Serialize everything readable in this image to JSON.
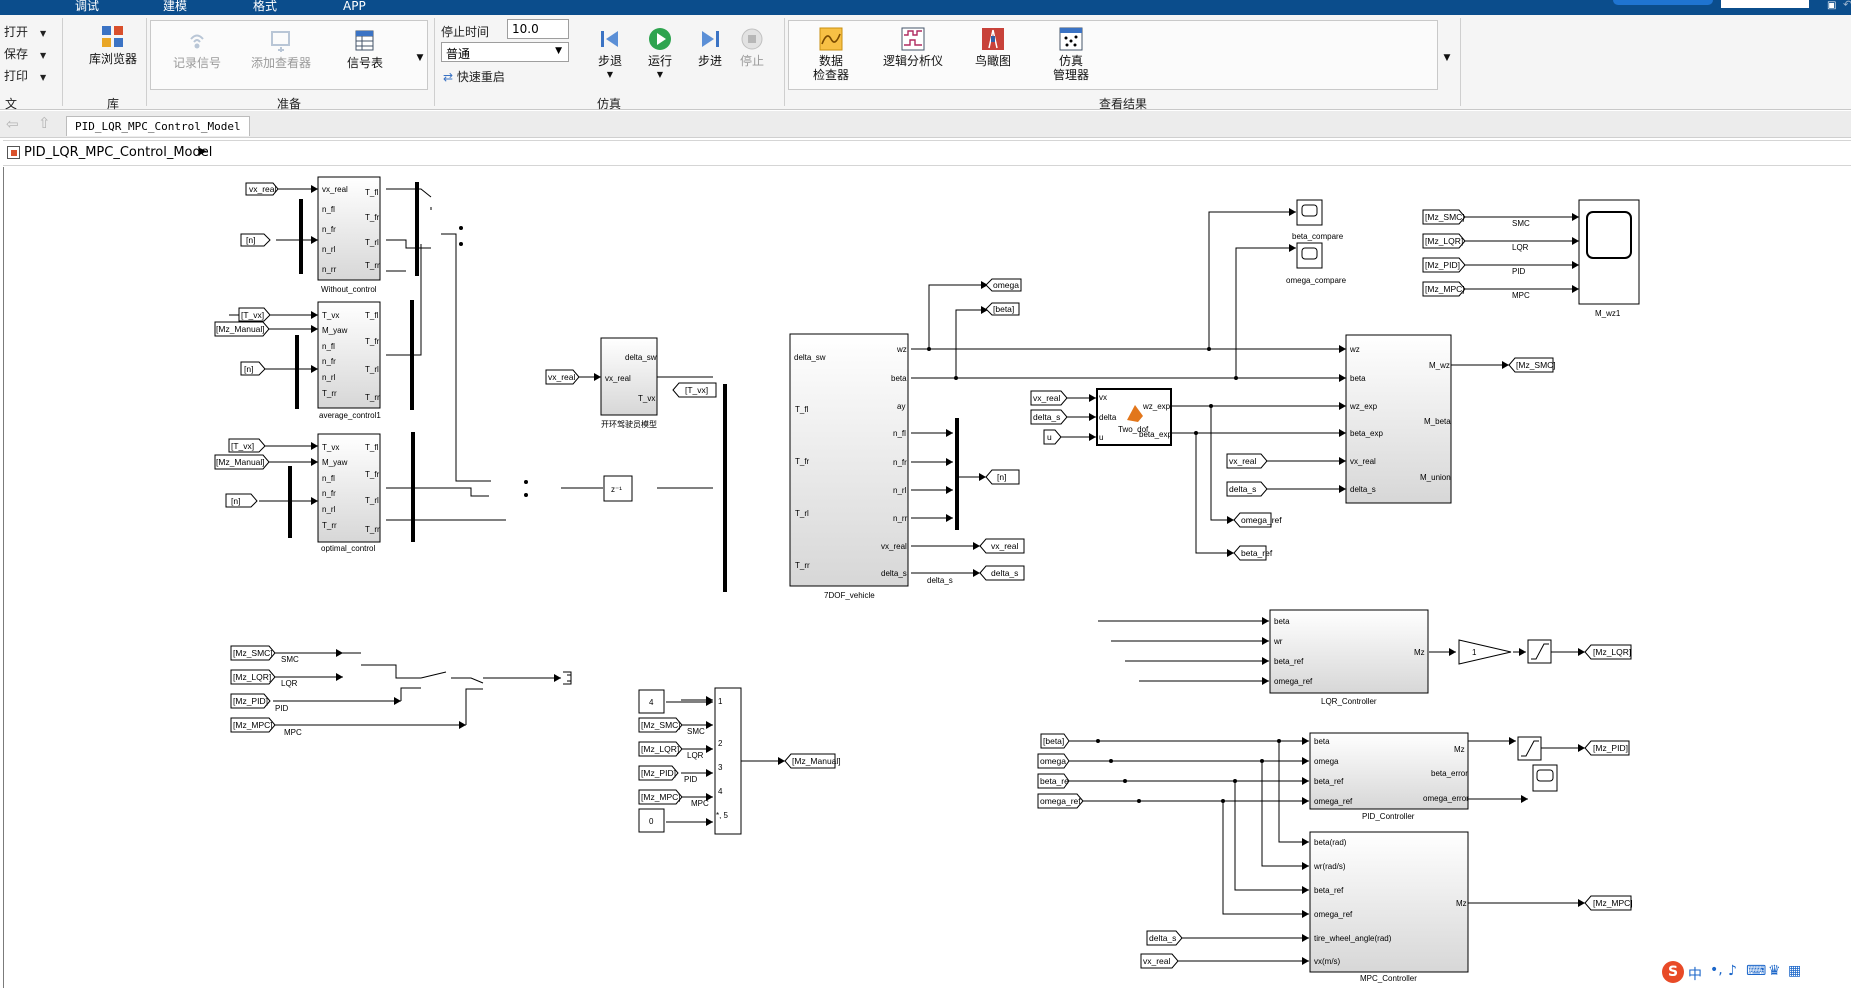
{
  "menu_tabs": [
    "调试",
    "建模",
    "格式",
    "APP"
  ],
  "file_group": {
    "items": [
      "打开",
      "保存",
      "打印"
    ],
    "label": "文件"
  },
  "library_group": {
    "button": "库浏览器",
    "label": "库"
  },
  "prepare_group": {
    "record_signal": "记录信号",
    "add_viewer": "添加查看器",
    "signal_table": "信号表",
    "label": "准备"
  },
  "sim_group": {
    "stop_time_label": "停止时间",
    "stop_time_value": "10.0",
    "mode_value": "普通",
    "fast_restart": "快速重启",
    "step_back": "步退",
    "run": "运行",
    "step_forward": "步进",
    "stop": "停止",
    "label": "仿真"
  },
  "results_group": {
    "data_inspector": [
      "数据",
      "检查器"
    ],
    "logic_analyzer": "逻辑分析仪",
    "birds_eye": "鸟瞰图",
    "sim_manager": [
      "仿真",
      "管理器"
    ],
    "label": "查看结果"
  },
  "model_tab": "PID_LQR_MPC_Control_Model",
  "breadcrumb": "PID_LQR_MPC_Control_Model",
  "colors": {
    "topbar": "#0b4d8c",
    "ribbon": "#f5f5f5",
    "signal": "#000000"
  },
  "diagram": {
    "subsystems": {
      "without_control": {
        "name": "Without_control",
        "inputs": [
          "vx_real",
          "n_fl",
          "n_fr",
          "n_rl",
          "n_rr"
        ],
        "outputs": [
          "T_fl",
          "T_fr",
          "T_rl",
          "T_rr"
        ]
      },
      "average_control": {
        "name": "average_control1",
        "inputs": [
          "T_vx",
          "M_yaw",
          "n_fl",
          "n_fr",
          "n_rl",
          "n_rr"
        ],
        "outputs": [
          "T_fl",
          "T_fr",
          "T_rl",
          "T_rr"
        ]
      },
      "optimal_control": {
        "name": "optimal_control",
        "inputs": [
          "T_vx",
          "M_yaw",
          "n_fl",
          "n_fr",
          "n_rl",
          "n_rr"
        ],
        "outputs": [
          "T_fl",
          "T_fr",
          "T_rl",
          "T_rr"
        ]
      },
      "driver": {
        "name": "开环驾驶员模型",
        "inputs": [
          "vx_real"
        ],
        "outputs": [
          "delta_sw",
          "T_vx"
        ]
      },
      "vehicle": {
        "name": "7DOF_vehicle",
        "inputs": [
          "delta_sw",
          "T_fl",
          "T_fr",
          "T_rl",
          "T_rr"
        ],
        "outputs": [
          "wz",
          "beta",
          "ay",
          "n_fl",
          "n_fr",
          "n_rl",
          "n_rr",
          "vx_real",
          "delta_s"
        ]
      },
      "two_dof": {
        "name": "Two_dof",
        "inputs": [
          "vx",
          "delta",
          "u"
        ],
        "outputs": [
          "wz_exp",
          "beta_exp"
        ]
      },
      "smc": {
        "inputs": [
          "wz",
          "beta",
          "wz_exp",
          "beta_exp",
          "vx_real",
          "delta_s"
        ],
        "outputs": [
          "M_wz",
          "M_beta",
          "M_union"
        ]
      },
      "lqr": {
        "name": "LQR_Controller",
        "inputs": [
          "beta",
          "wr",
          "beta_ref",
          "omega_ref"
        ],
        "outputs": [
          "Mz"
        ]
      },
      "pid": {
        "name": "PID_Controller",
        "inputs": [
          "beta",
          "omega",
          "beta_ref",
          "omega_ref"
        ],
        "outputs": [
          "Mz",
          "beta_error",
          "omega_error"
        ]
      },
      "mpc": {
        "name": "MPC_Controller",
        "inputs": [
          "beta(rad)",
          "wr(rad/s)",
          "beta_ref",
          "omega_ref",
          "tire_wheel_angle(rad)",
          "vx(m/s)"
        ],
        "outputs": [
          "Mz"
        ]
      }
    },
    "tags": {
      "vx_real_1": "vx_real",
      "n_1": "[n]",
      "T_vx_1": "[T_vx]",
      "Mz_Manual_1": "[Mz_Manual]",
      "n_2": "[n]",
      "T_vx_2": "[T_vx]",
      "Mz_Manual_2": "[Mz_Manual]",
      "n_3": "[n]",
      "vx_real_2": "vx_real",
      "T_vx_out": "[T_vx]",
      "omega_out": "omega",
      "beta_out": "[beta]",
      "n_out": "[n]",
      "vx_real_out": "vx_real",
      "delta_s_out": "delta_s",
      "vx_real_3": "vx_real",
      "delta_s_1": "delta_s",
      "u_in": "u",
      "vx_real_4": "vx_real",
      "delta_s_2": "delta_s",
      "omega_ref_out": "omega_ref",
      "beta_ref_out": "beta_ref",
      "Mz_SMC_out": "[Mz_SMC]",
      "scope_smc": "[Mz_SMC]",
      "scope_lqr": "[Mz_LQR]",
      "scope_pid": "[Mz_PID]",
      "scope_mpc": "[Mz_MPC]",
      "sw_smc": "[Mz_SMC]",
      "sw_lqr": "[Mz_LQR]",
      "sw_pid": "[Mz_PID]",
      "sw_mpc": "[Mz_MPC]",
      "mp_smc": "[Mz_SMC]",
      "mp_lqr": "[Mz_LQR]",
      "mp_pid": "[Mz_PID]",
      "mp_mpc": "[Mz_MPC]",
      "mp_out": "[Mz_Manual]",
      "lqr_out": "[Mz_LQR]",
      "beta_in": "[beta]",
      "omega_in": "omega",
      "beta_re_in": "beta_re",
      "omega_ref_in": "omega_ref",
      "pid_out": "[Mz_PID]",
      "mpc_out": "[Mz_MPC]",
      "delta_s_3": "delta_s",
      "vx_real_5": "vx_real"
    },
    "line_labels": {
      "smc": "SMC",
      "lqr": "LQR",
      "pid": "PID",
      "mpc": "MPC",
      "delta_s": "delta_s"
    },
    "scopes": {
      "beta_compare": "beta_compare",
      "omega_compare": "omega_compare",
      "m_wz1": "M_wz1"
    },
    "constants": {
      "gain": "1",
      "const4": "4",
      "const0": "0",
      "unit_delay": "z⁻¹"
    },
    "multiport": {
      "ports": [
        "1",
        "2",
        "3",
        "4",
        "*, 5"
      ]
    }
  }
}
